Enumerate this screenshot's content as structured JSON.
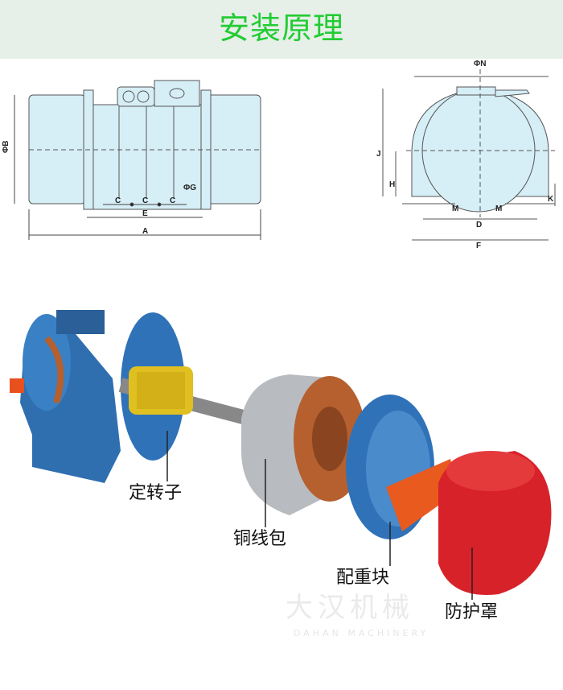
{
  "title": "安装原理",
  "side_view": {
    "labels": {
      "b": "ΦB",
      "c": "C",
      "e": "E",
      "a": "A",
      "g": "ΦG"
    }
  },
  "front_view": {
    "labels": {
      "n": "ΦN",
      "j": "J",
      "h": "H",
      "k": "K",
      "m": "M",
      "d": "D",
      "f": "F"
    }
  },
  "parts": [
    {
      "label": "定转子"
    },
    {
      "label": "铜线包"
    },
    {
      "label": "配重块"
    },
    {
      "label": "防护罩"
    }
  ],
  "watermark": {
    "brand": "大汉机械",
    "sub": "DAHAN MACHINERY"
  },
  "colors": {
    "title": "#22cc33",
    "drawing_fill": "#d6eef6",
    "motor_blue": "#2f6fb0",
    "cover_red": "#d8222a",
    "copper": "#b5602e"
  }
}
